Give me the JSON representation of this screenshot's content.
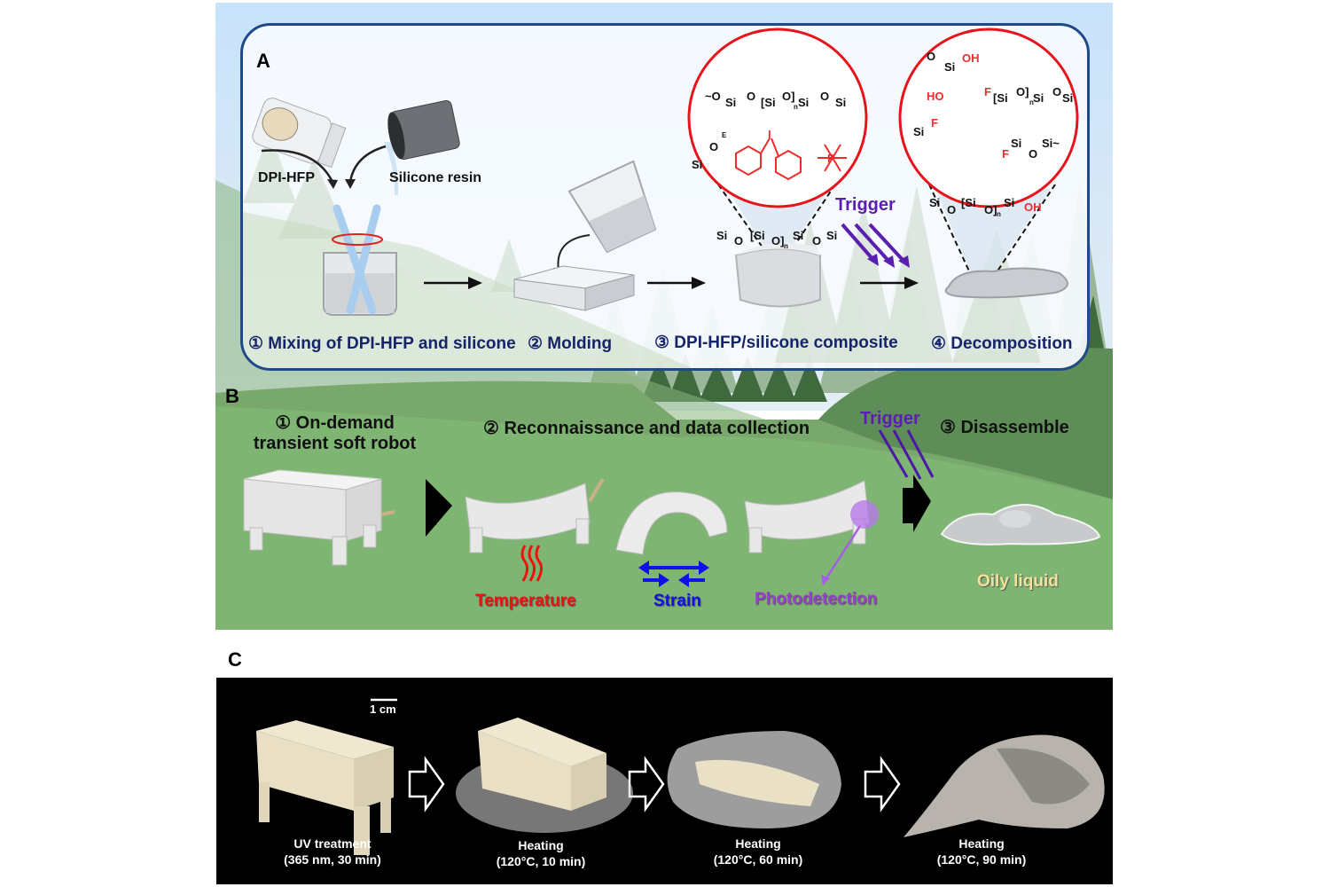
{
  "panel_a": {
    "letter": "A",
    "ingredient_labels": {
      "powder": "DPI-HFP",
      "resin": "Silicone resin"
    },
    "trigger_label": "Trigger",
    "steps": [
      {
        "label": "① Mixing of DPI-HFP and silicone"
      },
      {
        "label": "② Molding"
      },
      {
        "label": "③ DPI-HFP/silicone composite"
      },
      {
        "label": "④ Decomposition"
      }
    ],
    "chem_before": {
      "atoms": [
        "O",
        "Si",
        "O",
        "Si",
        "O",
        "Si",
        "O",
        "Si",
        "E",
        "O",
        "Si",
        "I",
        "P",
        "Si",
        "O",
        "Si",
        "O",
        "Si",
        "O",
        "Si",
        "n",
        "n"
      ],
      "charges": {
        "iodonium": "+",
        "phosphate": "−"
      }
    },
    "chem_after": {
      "atoms": [
        "O",
        "Si",
        "OH",
        "HO",
        "F",
        "Si",
        "O",
        "Si",
        "O",
        "Si",
        "Si",
        "F",
        "F",
        "Si",
        "O",
        "Si",
        "Si",
        "O",
        "Si",
        "O",
        "Si",
        "OH",
        "n",
        "n"
      ]
    },
    "colors": {
      "border": "#1f4a8a",
      "label": "#16246b",
      "circle": "#e8141c",
      "trigger": "#5a1fb0",
      "chem_red": "#ee2c2c"
    }
  },
  "panel_b": {
    "letter": "B",
    "titles": [
      {
        "label_line1": "① On-demand",
        "label_line2": "transient soft robot"
      },
      {
        "label_line1": "② Reconnaissance and data collection"
      },
      {
        "label_line1": "③ Disassemble"
      }
    ],
    "trigger_label": "Trigger",
    "sensing": [
      {
        "label": "Temperature",
        "color": "#f01010"
      },
      {
        "label": "Strain",
        "color": "#1010e8"
      },
      {
        "label": "Photodetection",
        "color": "#9a3ed0"
      }
    ],
    "result_label": "Oily liquid",
    "result_color": "#f2e29a",
    "background": "#7fb573"
  },
  "panel_c": {
    "letter": "C",
    "scale_bar": "1 cm",
    "captions": [
      {
        "line1": "UV treatment",
        "line2": "(365 nm, 30 min)"
      },
      {
        "line1": "Heating",
        "line2": "(120°C, 10 min)"
      },
      {
        "line1": "Heating",
        "line2": "(120°C, 60 min)"
      },
      {
        "line1": "Heating",
        "line2": "(120°C, 90 min)"
      }
    ]
  }
}
